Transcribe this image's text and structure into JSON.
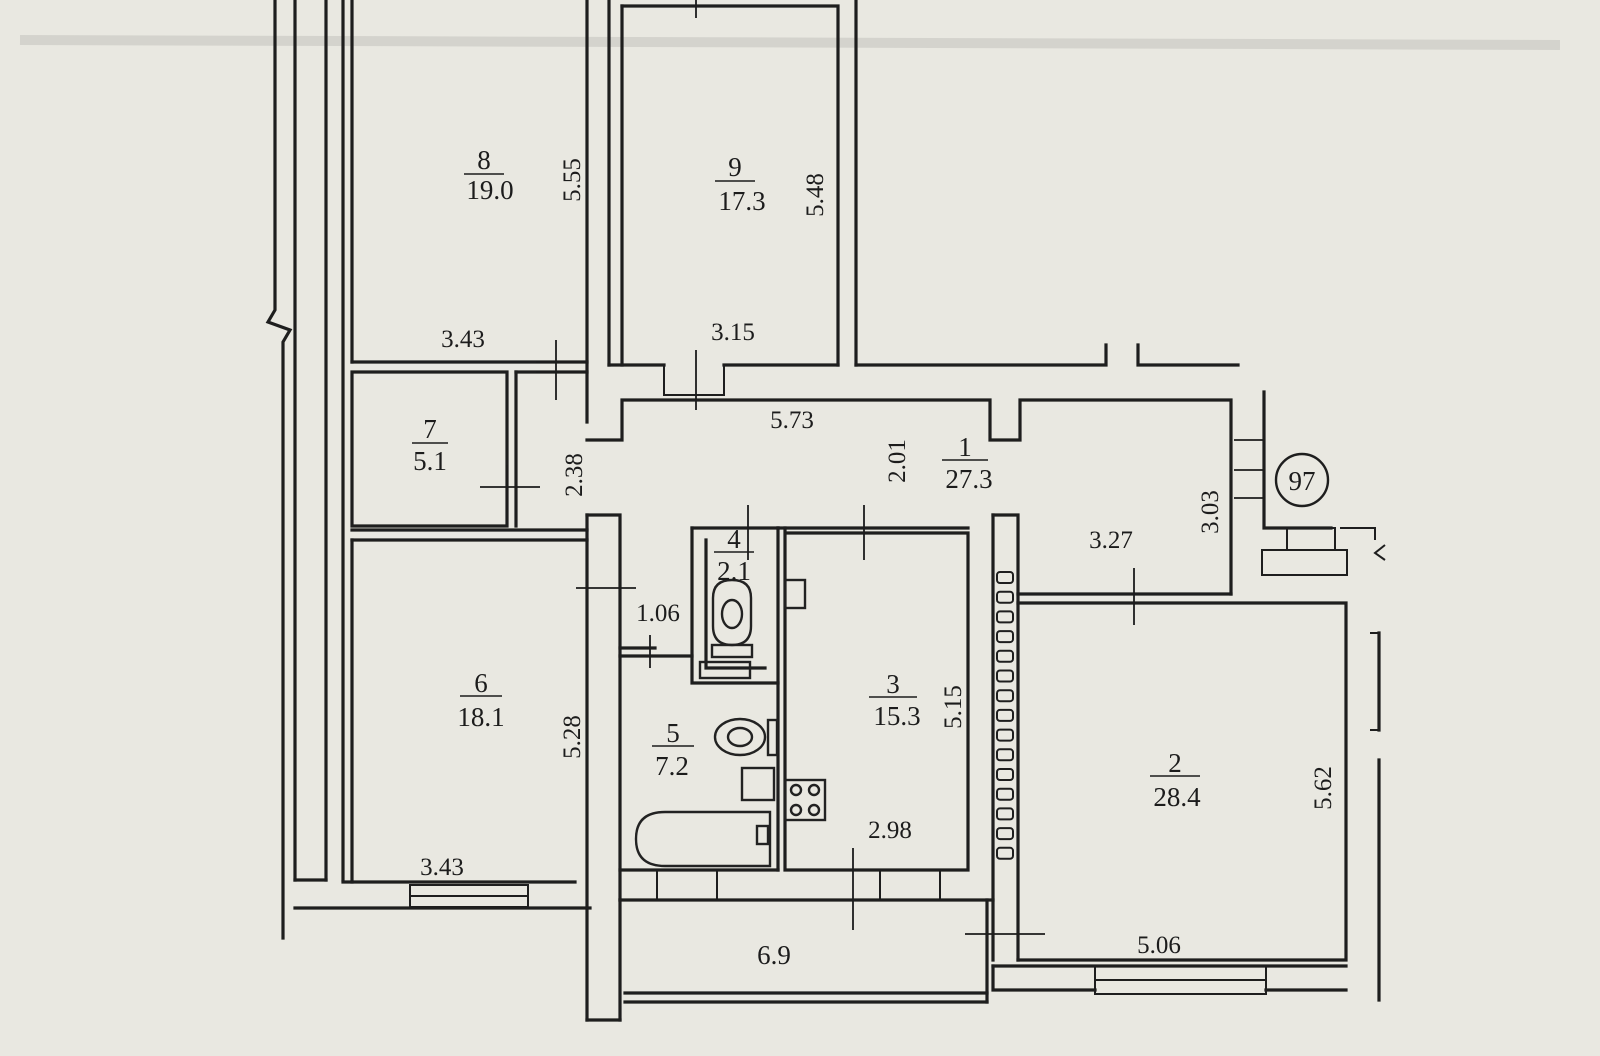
{
  "rooms": [
    {
      "number": "8",
      "area": "19.0"
    },
    {
      "number": "9",
      "area": "17.3"
    },
    {
      "number": "7",
      "area": "5.1"
    },
    {
      "number": "1",
      "area": "27.3"
    },
    {
      "number": "4",
      "area": "2.1"
    },
    {
      "number": "6",
      "area": "18.1"
    },
    {
      "number": "5",
      "area": "7.2"
    },
    {
      "number": "3",
      "area": "15.3"
    },
    {
      "number": "2",
      "area": "28.4"
    }
  ],
  "balcony_area": "6.9",
  "stair_marker": "97",
  "dimensions": {
    "r8_height": "5.55",
    "r8_width": "3.43",
    "r9_height": "5.48",
    "r9_width": "3.15",
    "hall_width": "5.73",
    "hall_depth": "2.01",
    "r7_height": "2.38",
    "vestibule_depth": "3.03",
    "vestibule_width": "3.27",
    "bath_width": "1.06",
    "r6_height": "5.28",
    "r6_width": "3.43",
    "r3_height": "5.15",
    "r3_width": "2.98",
    "r2_height": "5.62",
    "r2_width": "5.06"
  }
}
